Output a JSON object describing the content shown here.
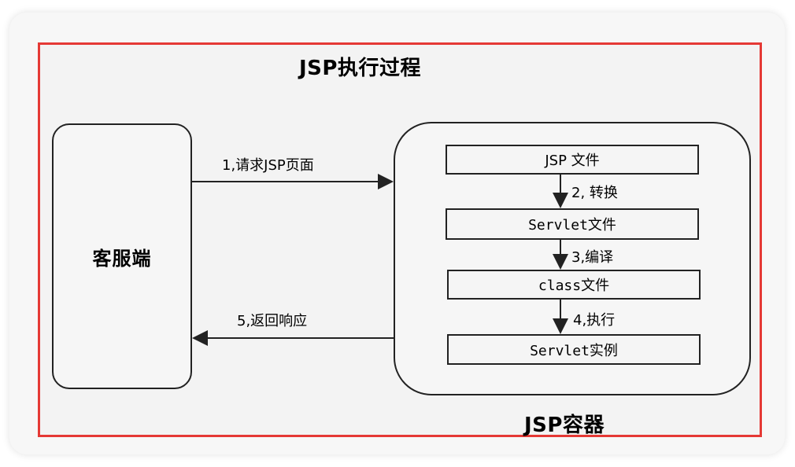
{
  "diagram": {
    "title": "JSP执行过程",
    "client_label": "客服端",
    "container_label": "JSP容器",
    "nodes": [
      {
        "id": "jsp_file",
        "label": "JSP 文件"
      },
      {
        "id": "servlet_file",
        "label": "Servlet文件"
      },
      {
        "id": "class_file",
        "label": "class文件"
      },
      {
        "id": "servlet_instance",
        "label": "Servlet实例"
      }
    ],
    "edges": [
      {
        "from": "client",
        "to": "container",
        "label": "1,请求JSP页面"
      },
      {
        "from": "jsp_file",
        "to": "servlet_file",
        "label": "2, 转换"
      },
      {
        "from": "servlet_file",
        "to": "class_file",
        "label": "3,编译"
      },
      {
        "from": "class_file",
        "to": "servlet_instance",
        "label": "4,执行"
      },
      {
        "from": "container",
        "to": "client",
        "label": "5,返回响应"
      }
    ],
    "colors": {
      "frame_red": "#e53935",
      "stroke": "#222222"
    }
  }
}
